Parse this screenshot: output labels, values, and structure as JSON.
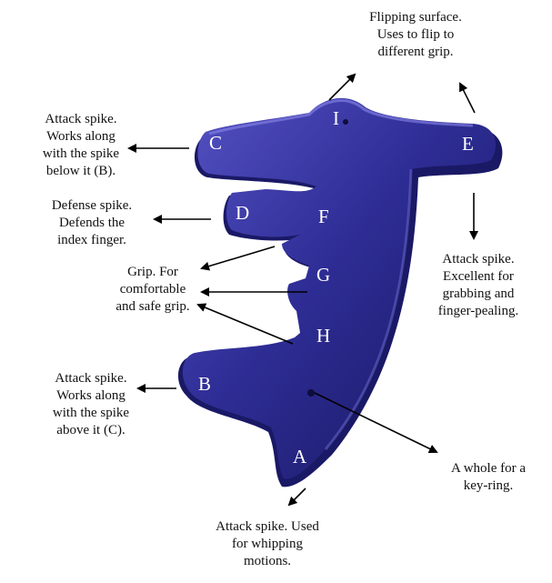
{
  "annotations": {
    "flip": "Flipping surface.\nUses to flip to\ndifferent grip.",
    "c_spike": "Attack spike.\nWorks along\nwith the spike\nbelow it (B).",
    "defense": "Defense spike.\nDefends the\nindex finger.",
    "grip": "Grip. For\ncomfortable\nand safe grip.",
    "e_spike": "Attack spike.\nExcellent for\ngrabbing and\nfinger-pealing.",
    "b_spike": "Attack spike.\nWorks along\nwith the spike\nabove it (C).",
    "hole": "A whole for a\nkey-ring.",
    "a_spike": "Attack spike. Used\nfor whipping\nmotions."
  },
  "letters": {
    "A": "A",
    "B": "B",
    "C": "C",
    "D": "D",
    "E": "E",
    "F": "F",
    "G": "G",
    "H": "H",
    "I": "I"
  },
  "colors": {
    "body": "#2b2a8c",
    "body_light": "#4b49b8",
    "body_dark": "#15145a",
    "arrow": "#000000"
  }
}
